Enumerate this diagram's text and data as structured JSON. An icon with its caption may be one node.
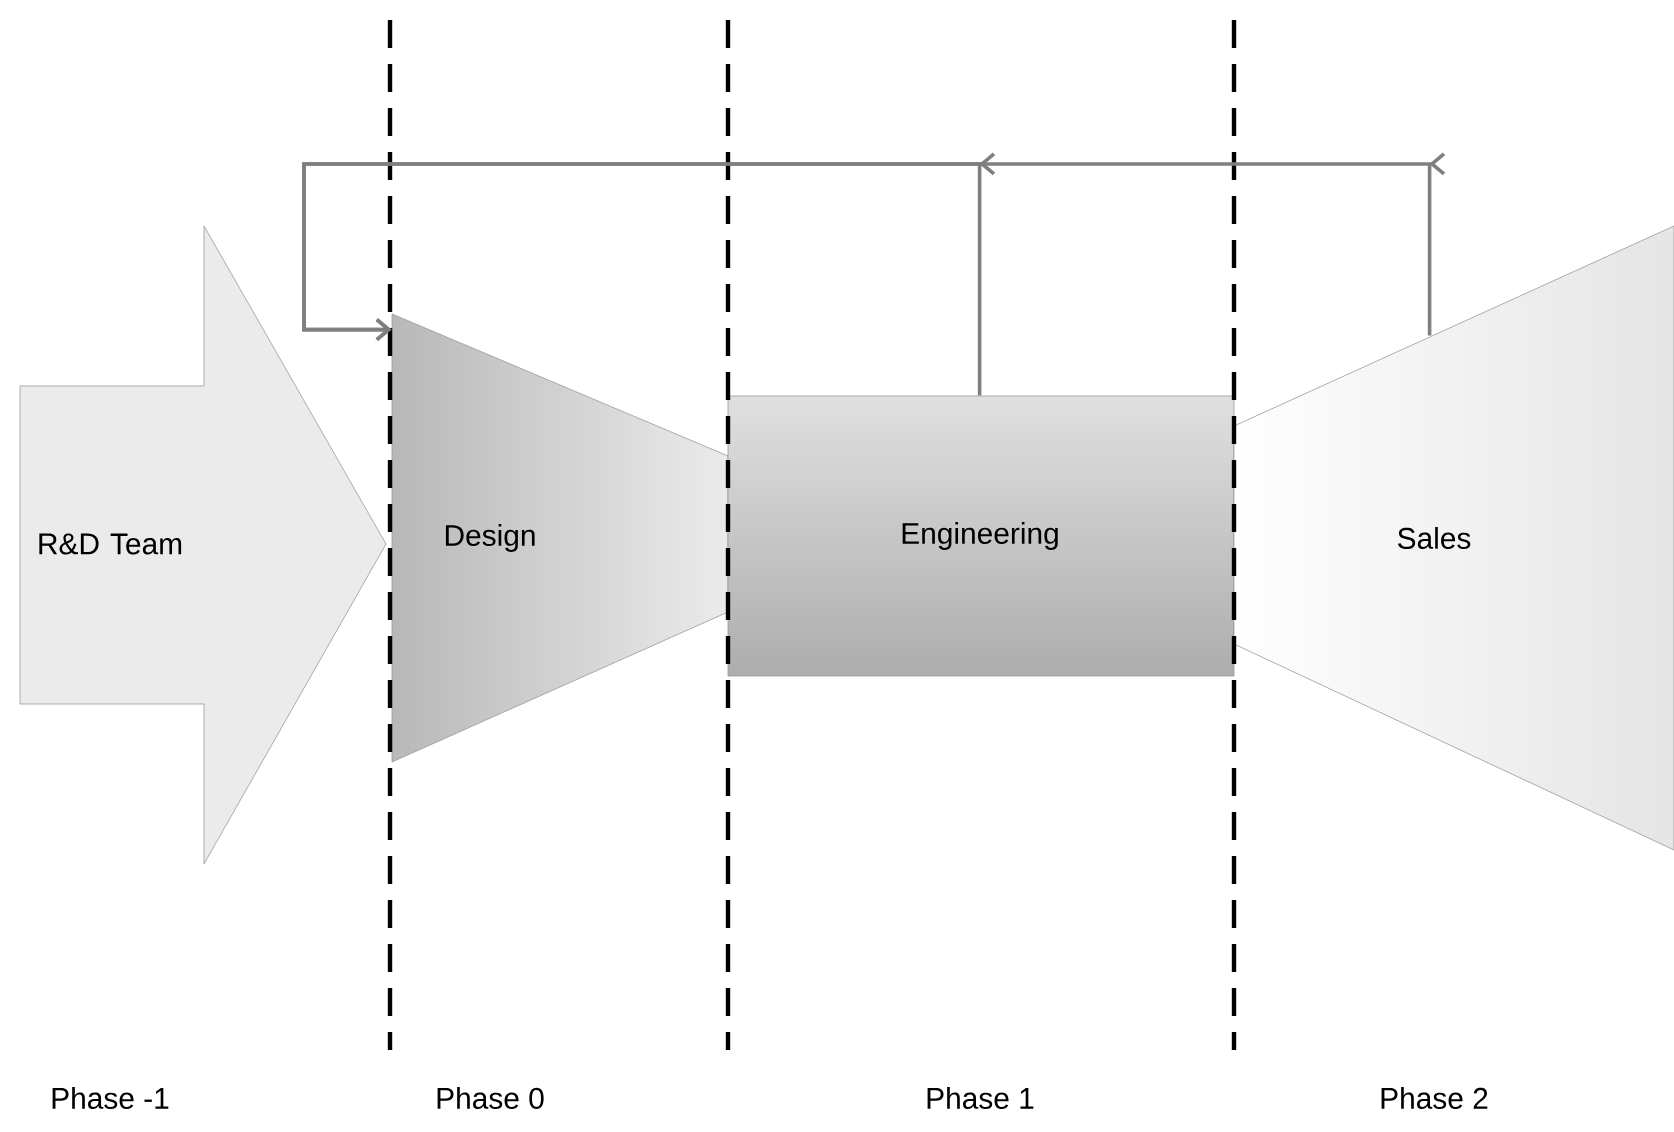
{
  "diagram": {
    "nodes": [
      {
        "text": [
          "R&D Team"
        ]
      },
      {
        "text": [
          "Design"
        ]
      },
      {
        "text": [
          "Engineering"
        ]
      },
      {
        "text": [
          "Sales"
        ]
      }
    ],
    "edges": [
      {
        "from": 2,
        "to": 1,
        "arrow": "to"
      },
      {
        "from": 3,
        "to": 1,
        "arrow": "to"
      }
    ],
    "labels": [
      "Phase -1",
      "Phase 0",
      "Phase 1",
      "Phase 2"
    ]
  }
}
